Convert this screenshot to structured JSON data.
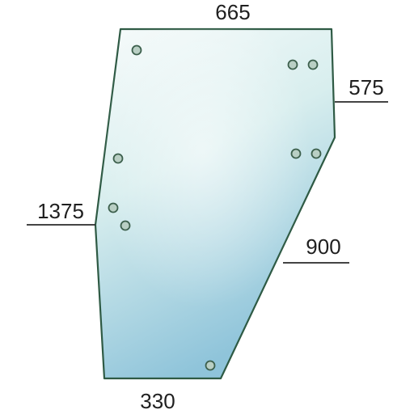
{
  "part": {
    "colors": {
      "outline": "#2e5a44",
      "glass_top": "#f7fbfb",
      "glass_mid": "#d8eeee",
      "glass_bottom": "#8fc4da",
      "hole_fill": "#b9cfc4",
      "hole_stroke": "#3c5f4c",
      "dim_line": "#2a2a2a",
      "label_text": "#1f1f1f"
    }
  },
  "dimensions": {
    "top": "665",
    "upper_right": "575",
    "lower_right": "900",
    "left": "1375",
    "bottom": "330"
  }
}
